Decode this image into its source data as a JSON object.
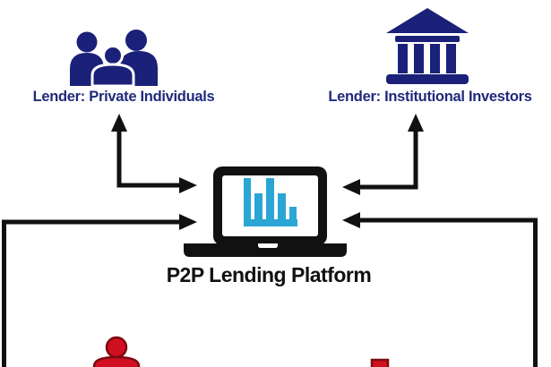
{
  "diagram": {
    "title": "P2P lending flow diagram",
    "nodes": {
      "lender_private": {
        "label": "Lender: Private Individuals",
        "icon": "people-group-icon"
      },
      "lender_institutional": {
        "label": "Lender: Institutional Investors",
        "icon": "bank-icon"
      },
      "platform": {
        "label": "P2P Lending Platform",
        "icon": "laptop-with-bar-chart-icon"
      },
      "borrower_person": {
        "icon": "person-icon",
        "note": "red figure, partially cut off at bottom edge"
      },
      "borrower_building": {
        "icon": "building-top-icon",
        "note": "red shape, partially cut off at bottom edge"
      }
    },
    "arrows": [
      {
        "from": "platform",
        "to": "lender_private",
        "shape": "elbow-up-left"
      },
      {
        "from": "platform",
        "to": "lender_institutional",
        "shape": "elbow-up-right"
      },
      {
        "from": "bottom-offscreen-left",
        "to": "platform",
        "shape": "left-edge-loop"
      },
      {
        "from": "bottom-offscreen-right",
        "to": "platform",
        "shape": "right-edge-loop"
      }
    ]
  },
  "colors": {
    "navy": "#1b2178",
    "text-navy": "#1f2a7a",
    "chart-blue": "#2aa6d4",
    "red": "#d01020",
    "red-dark": "#7d0a10",
    "ink": "#111111",
    "bg": "#ffffff"
  }
}
